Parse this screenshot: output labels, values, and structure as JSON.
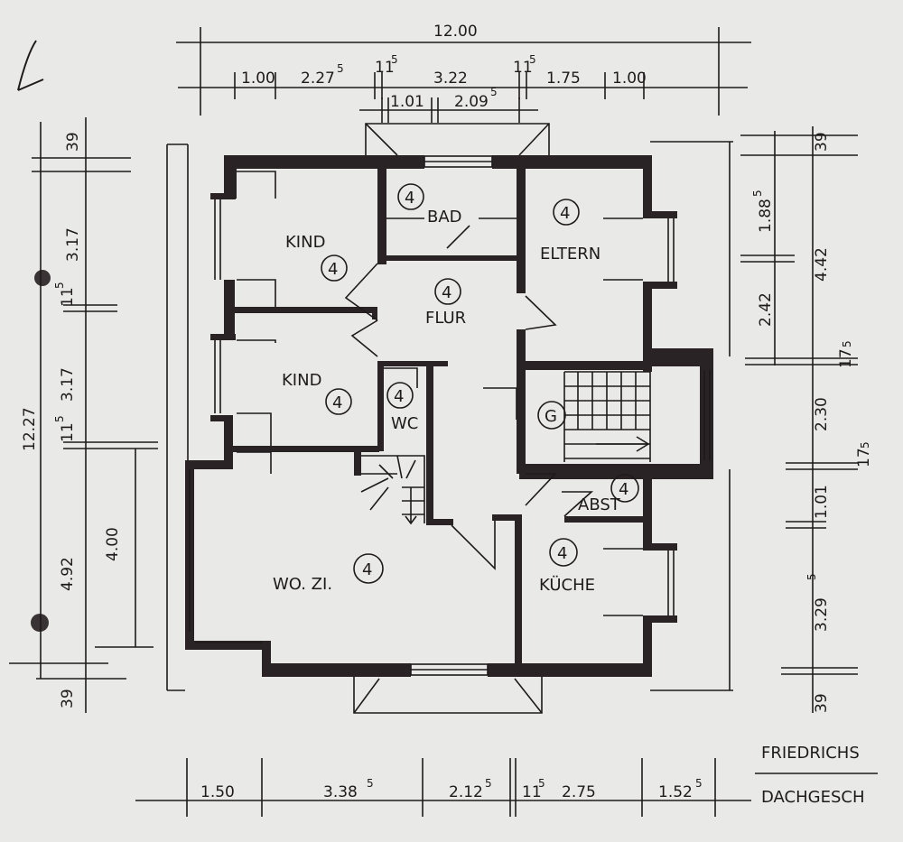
{
  "colors": {
    "paper": "#e9e9e7",
    "ink": "#1e1a1c",
    "wall": "#2a2326"
  },
  "dimensions": {
    "top_total": "12.00",
    "top": {
      "d1": "1.00",
      "d2": "2.27",
      "d2_sup": "5",
      "d3": "11",
      "d3_sup": "5",
      "d4": "3.22",
      "d5": "11",
      "d5_sup": "5",
      "d6": "1.75",
      "d7": "1.00",
      "d8": "1.01",
      "d9": "2.09",
      "d9_sup": "5"
    },
    "left": {
      "total": "12.27",
      "a": "39",
      "b": "3.17",
      "c": "11",
      "c_sup": "5",
      "d": "3.17",
      "e": "11",
      "e_sup": "5",
      "f": "4.92",
      "g": "39",
      "h": "4.00"
    },
    "right": {
      "a": "39",
      "b": "4.42",
      "c": "1.88",
      "c_sup": "5",
      "d": "2.42",
      "e": "17",
      "e_sup": "5",
      "f": "2.30",
      "g": "17",
      "g_sup": "5",
      "h": "1.01",
      "i": "3.29",
      "i_sup": "5",
      "j": "39"
    },
    "bottom": {
      "a": "1.50",
      "b": "3.38",
      "b_sup": "5",
      "c": "2.12",
      "c_sup": "5",
      "d": "11",
      "d_sup": "5",
      "e": "2.75",
      "f": "1.52",
      "f_sup": "5"
    }
  },
  "rooms": [
    {
      "label": "KIND",
      "number": "4"
    },
    {
      "label": "BAD",
      "number": "4"
    },
    {
      "label": "ELTERN",
      "number": "4"
    },
    {
      "label": "FLUR",
      "number": "4"
    },
    {
      "label": "KIND",
      "number": "4"
    },
    {
      "label": "WC",
      "number": "4"
    },
    {
      "label": "WO. ZI.",
      "number": "4"
    },
    {
      "label": "ABST",
      "number": "4"
    },
    {
      "label": "KÜCHE",
      "number": "4"
    }
  ],
  "stair_marker": "G",
  "title_block": {
    "line1": "FRIEDRICHS",
    "line2": "DACHGESCH"
  }
}
